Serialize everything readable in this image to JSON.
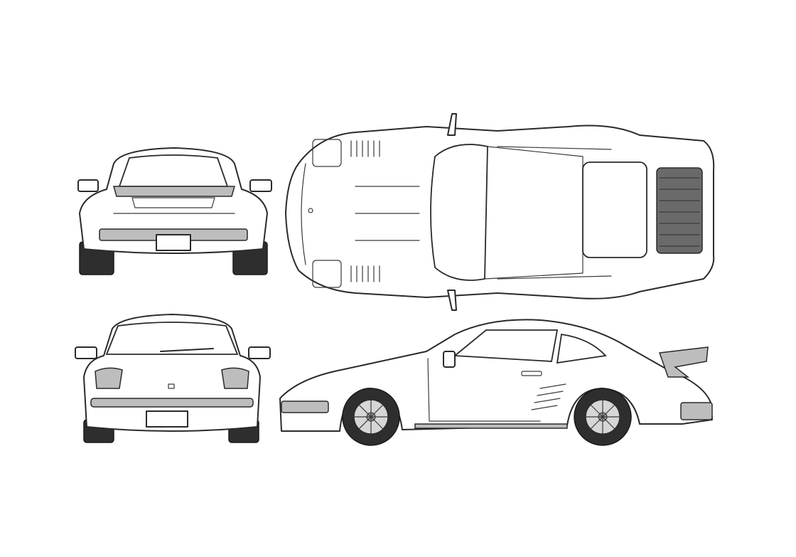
{
  "views": [
    {
      "id": "rear-view"
    },
    {
      "id": "top-view"
    },
    {
      "id": "front-view"
    },
    {
      "id": "side-view"
    }
  ],
  "colors": {
    "line": "#2a2a2a",
    "tire": "#2e2e2e",
    "grille": "#6a6a6a",
    "shade": "#bdbdbd",
    "background": "#ffffff"
  }
}
